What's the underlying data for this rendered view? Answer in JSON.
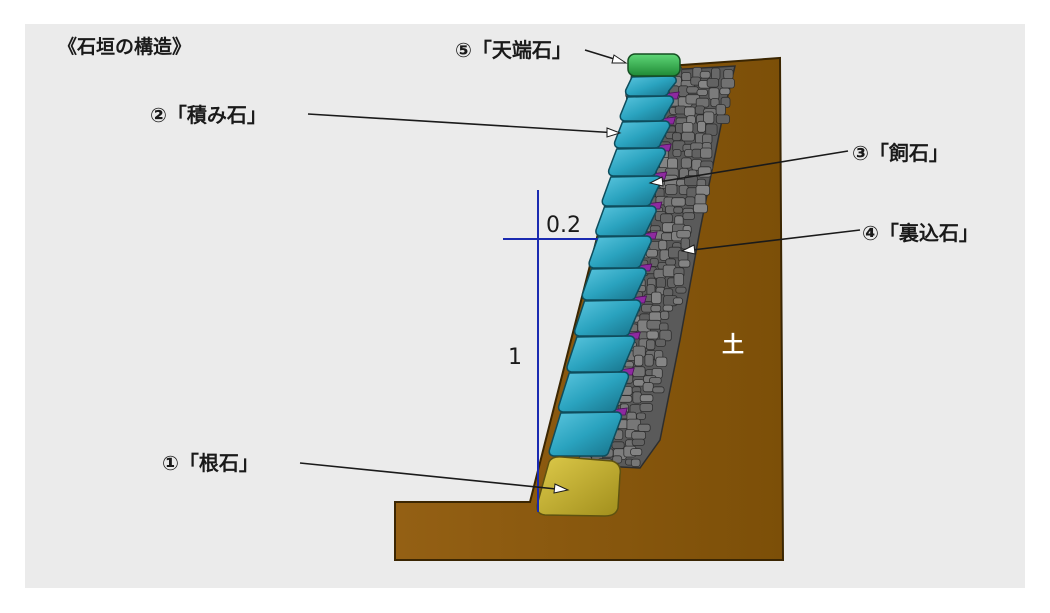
{
  "title": "《石垣の構造》",
  "labels": {
    "tenba": "⑤「天端石」",
    "tsumi": "②「積み石」",
    "kai": "③「飼石」",
    "urago": "④「裏込石」",
    "ne": "①「根石」",
    "soil": "土"
  },
  "dimensions": {
    "horizontal": "0.2",
    "vertical": "1"
  },
  "colors": {
    "background": "#ebebeb",
    "soil": "#8b5a0a",
    "building_stone": "#2aa3bf",
    "top_stone": "#2fb34a",
    "base_stone": "#c9b42e",
    "wedge_stone": "#8e2aa0",
    "backfill_stone": "#6d6d6d",
    "dimension_line": "#1a2ab0"
  }
}
